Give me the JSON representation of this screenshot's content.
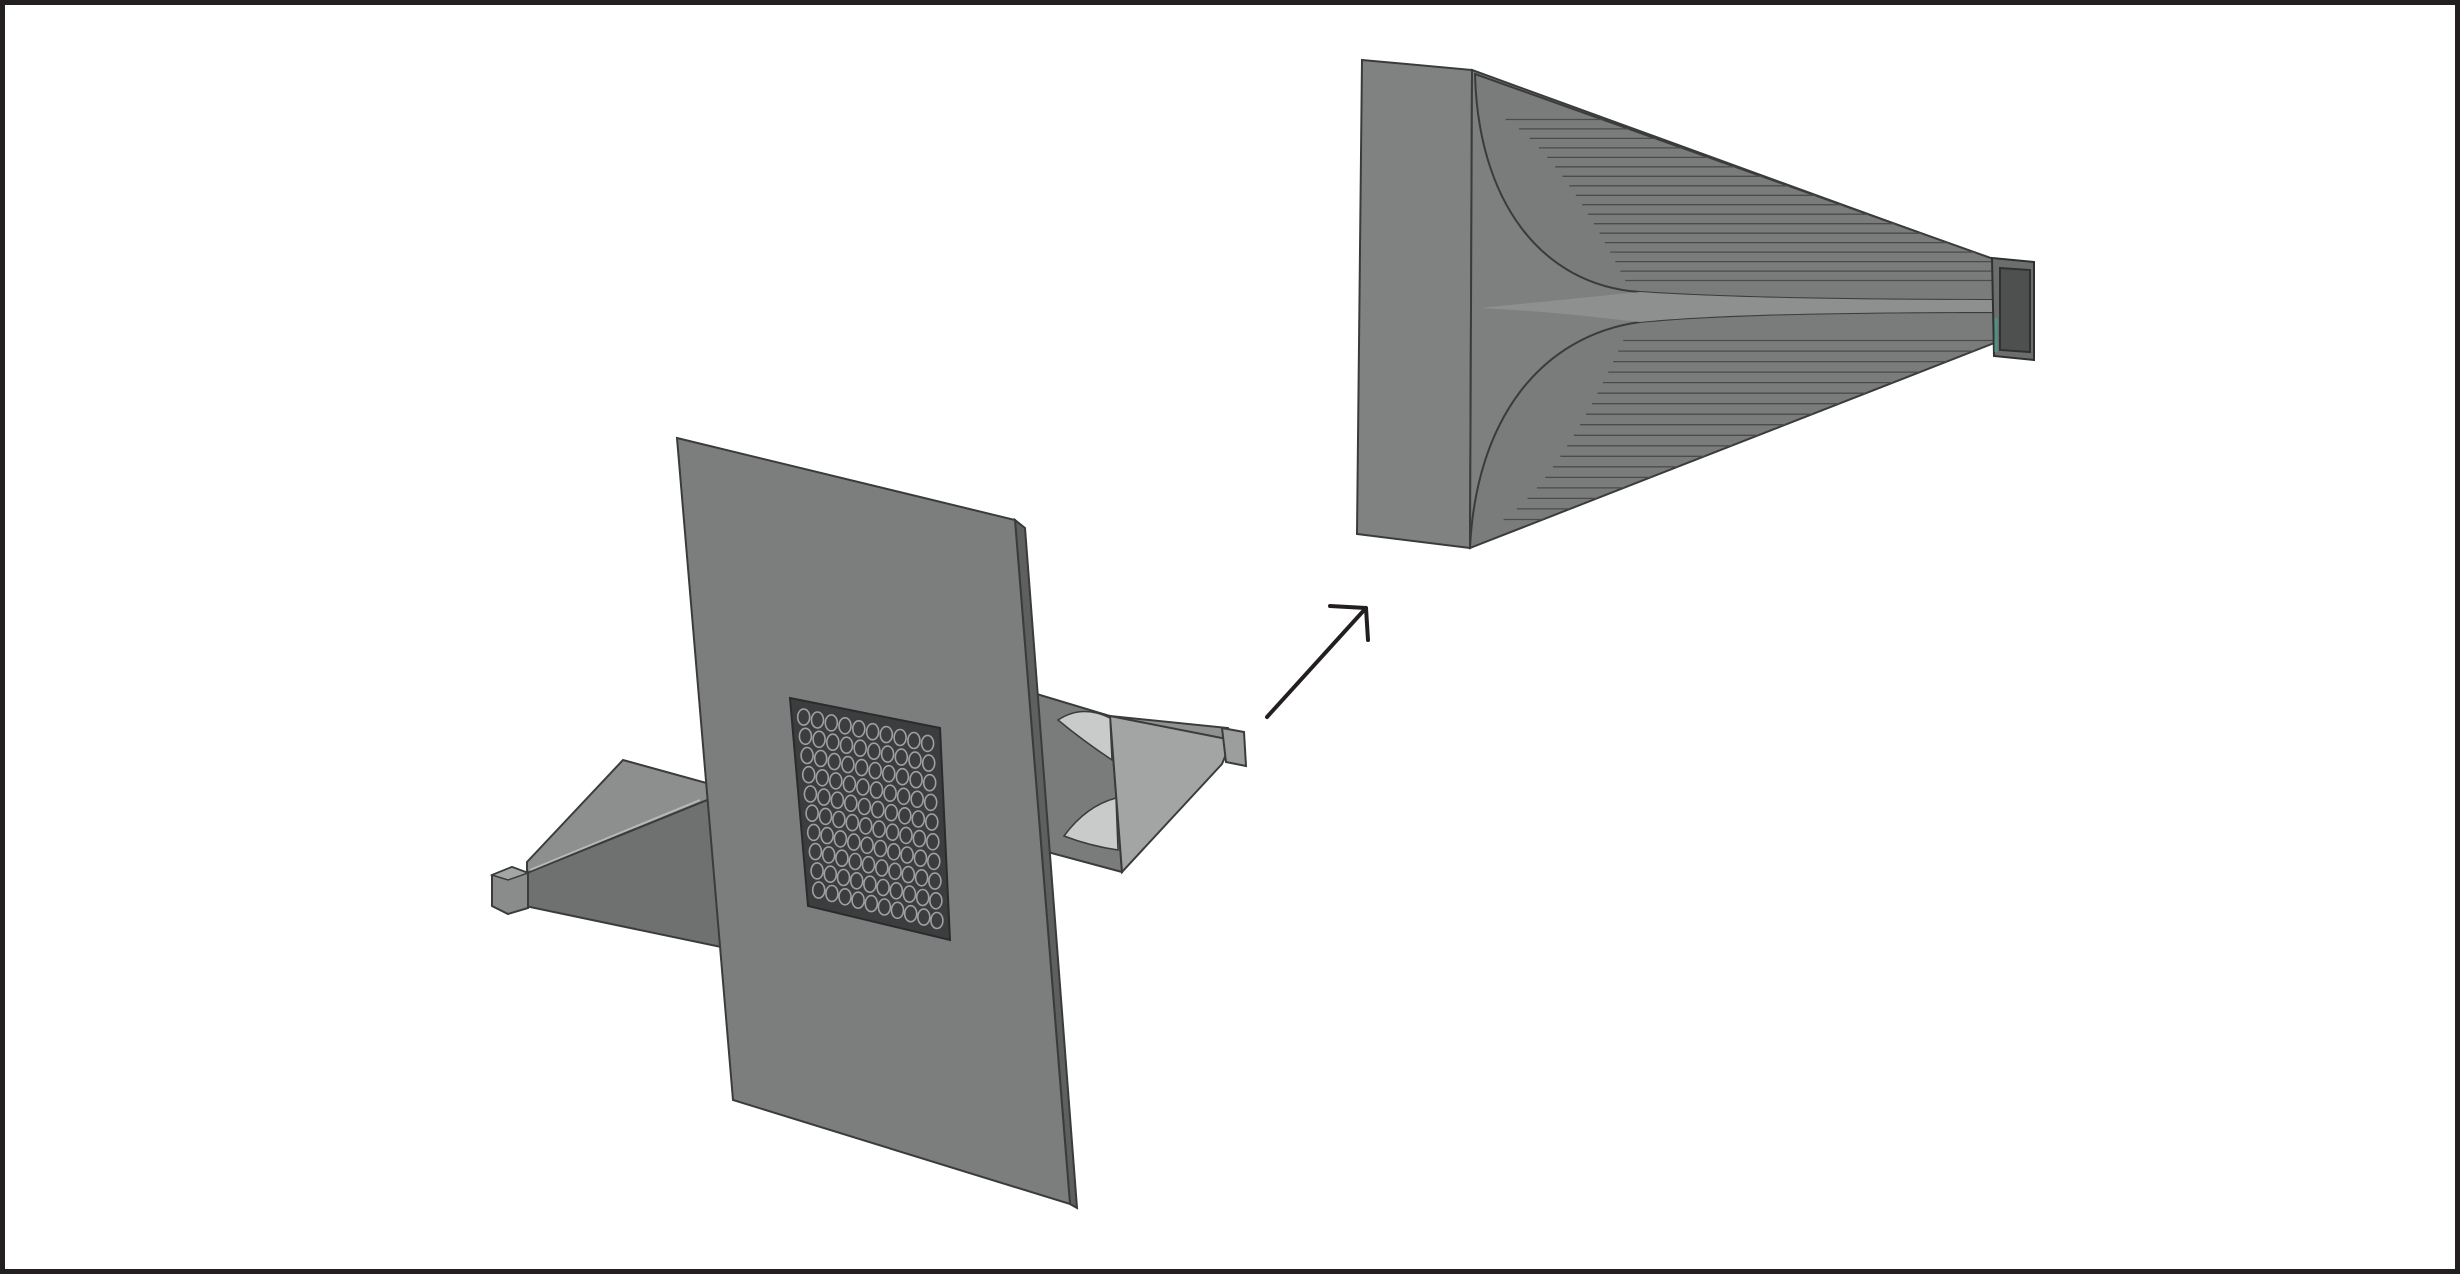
{
  "figure": {
    "caption": "",
    "colors": {
      "metal": "#7c7e7d",
      "metal_light": "#9a9c9b",
      "metal_dark": "#5e605f",
      "edge": "#3a3c3b",
      "metasurface": "#3b3d3e",
      "frame": "#231f20",
      "arrow": "#231f20"
    }
  },
  "scene": {
    "transmit_horn": {
      "icon": "horn-antenna-icon"
    },
    "metasurface_panel": {
      "icon": "metasurface-panel-icon",
      "grid_rows": 10,
      "grid_cols": 10
    },
    "receive_horn": {
      "icon": "horn-antenna-icon"
    },
    "zoom_arrow": {
      "icon": "arrow-up-right-icon"
    },
    "horn_detail": {
      "icon": "ridged-horn-antenna-icon",
      "ridge_count": 18
    }
  }
}
